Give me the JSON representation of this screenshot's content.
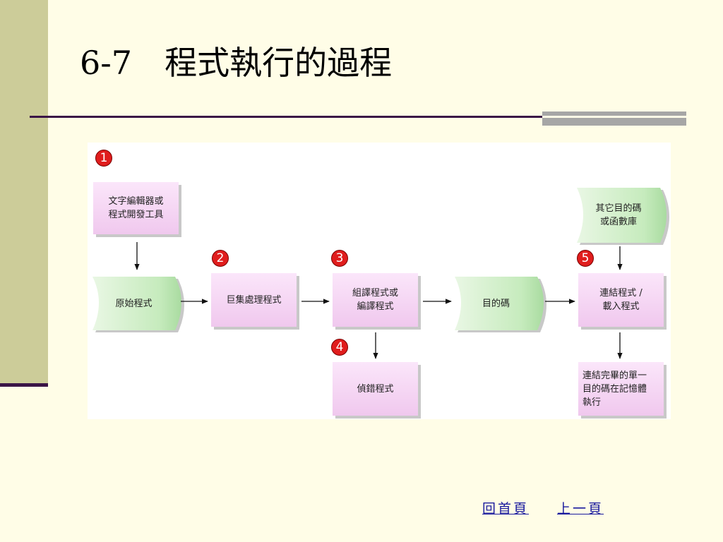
{
  "title": "6-7　程式執行的過程",
  "diagram": {
    "nodes": {
      "editor": "文字編輯器或\n程式開發工具",
      "source": "原始程式",
      "macro": "巨集處理程式",
      "compiler": "組譯程式或\n編譯程式",
      "debugger": "偵錯程式",
      "object": "目的碼",
      "other_libs": "其它目的碼\n或函數庫",
      "linker": "連結程式 /\n載入程式",
      "executable": "連結完畢的單一\n目的碼在記憶體\n執行"
    },
    "badges": [
      "1",
      "2",
      "3",
      "4",
      "5"
    ]
  },
  "nav": {
    "home": "回首頁",
    "prev": "上一頁"
  },
  "colors": {
    "background": "#fffde7",
    "sidebar": "#cccc99",
    "rule": "#3a1446",
    "pink_box": "#f5d4f3",
    "green_doc": "#cdeec6",
    "badge": "#e01d1d",
    "link": "#1a1a9e"
  }
}
